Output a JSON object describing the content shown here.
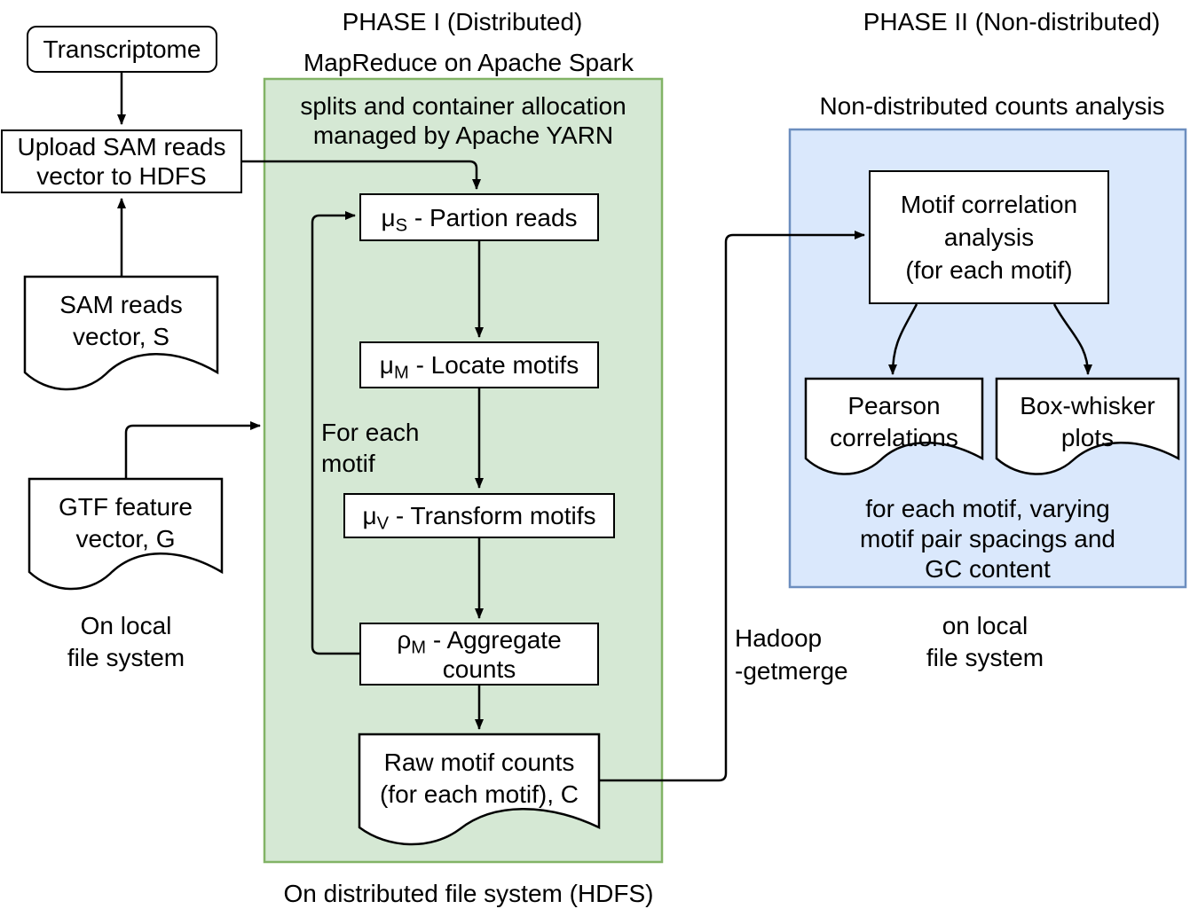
{
  "colors": {
    "phase1_fill": "#d5e8d4",
    "phase1_border": "#82b366",
    "phase2_fill": "#dae8fc",
    "phase2_border": "#6c8ebf",
    "line": "#000000"
  },
  "phase1": {
    "title": "PHASE I (Distributed)",
    "subtitle": "MapReduce on Apache Spark",
    "yarn_note_line1": "splits and container allocation",
    "yarn_note_line2": "managed by Apache YARN",
    "loop_label_line1": "For each",
    "loop_label_line2": "motif",
    "caption": "On distributed file system (HDFS)"
  },
  "phase2": {
    "title": "PHASE II (Non-distributed)",
    "subtitle": "Non-distributed counts analysis",
    "note_line1": "for each motif, varying",
    "note_line2": "motif pair spacings and",
    "note_line3": "GC content",
    "location_line1": "on local",
    "location_line2": "file system"
  },
  "inputs": {
    "transcriptome": "Transcriptome",
    "upload_line1": "Upload SAM reads",
    "upload_line2": "vector to HDFS",
    "sam_line1": "SAM reads",
    "sam_line2": "vector, S",
    "gtf_line1": "GTF feature",
    "gtf_line2": "vector, G",
    "location_line1": "On local",
    "location_line2": "file system"
  },
  "steps": {
    "partition": {
      "symbol": "μ",
      "sub": "S",
      "label": "- Partion reads"
    },
    "locate": {
      "symbol": "μ",
      "sub": "M",
      "label": "- Locate motifs"
    },
    "transform": {
      "symbol": "μ",
      "sub": "V",
      "label": "- Transform motifs"
    },
    "aggregate": {
      "symbol": "ρ",
      "sub": "M",
      "label": "- Aggregate",
      "line2": "counts"
    },
    "raw_line1": "Raw motif counts",
    "raw_line2": "(for each motif), C"
  },
  "analysis": {
    "corr_line1": "Motif correlation",
    "corr_line2": "analysis",
    "corr_line3": "(for each motif)",
    "pearson_line1": "Pearson",
    "pearson_line2": "correlations",
    "boxwhisker_line1": "Box-whisker",
    "boxwhisker_line2": "plots"
  },
  "edge_label": {
    "line1": "Hadoop",
    "line2": "-getmerge"
  }
}
